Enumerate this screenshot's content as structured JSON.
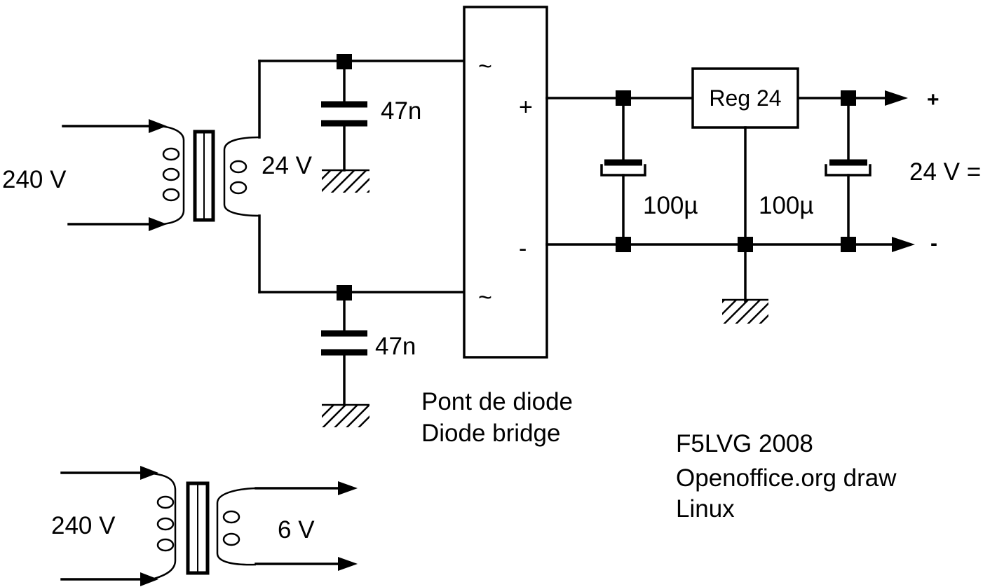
{
  "components": {
    "transformer_main": {
      "primary": "240 V",
      "secondary": "24 V"
    },
    "transformer_aux": {
      "primary": "240 V",
      "secondary": "6 V"
    },
    "capacitor_top": "47n",
    "capacitor_bottom": "47n",
    "bridge": {
      "ac_top": "~",
      "ac_bottom": "~",
      "dc_plus": "+",
      "dc_minus": "-",
      "caption_fr": "Pont de diode",
      "caption_en": "Diode bridge"
    },
    "regulator": "Reg 24",
    "electrolytic_left": "100µ",
    "electrolytic_right": "100µ",
    "output": {
      "plus": "+",
      "minus": "-",
      "voltage": "24 V ="
    }
  },
  "credits": [
    "F5LVG 2008",
    "Openoffice.org draw",
    "Linux"
  ]
}
